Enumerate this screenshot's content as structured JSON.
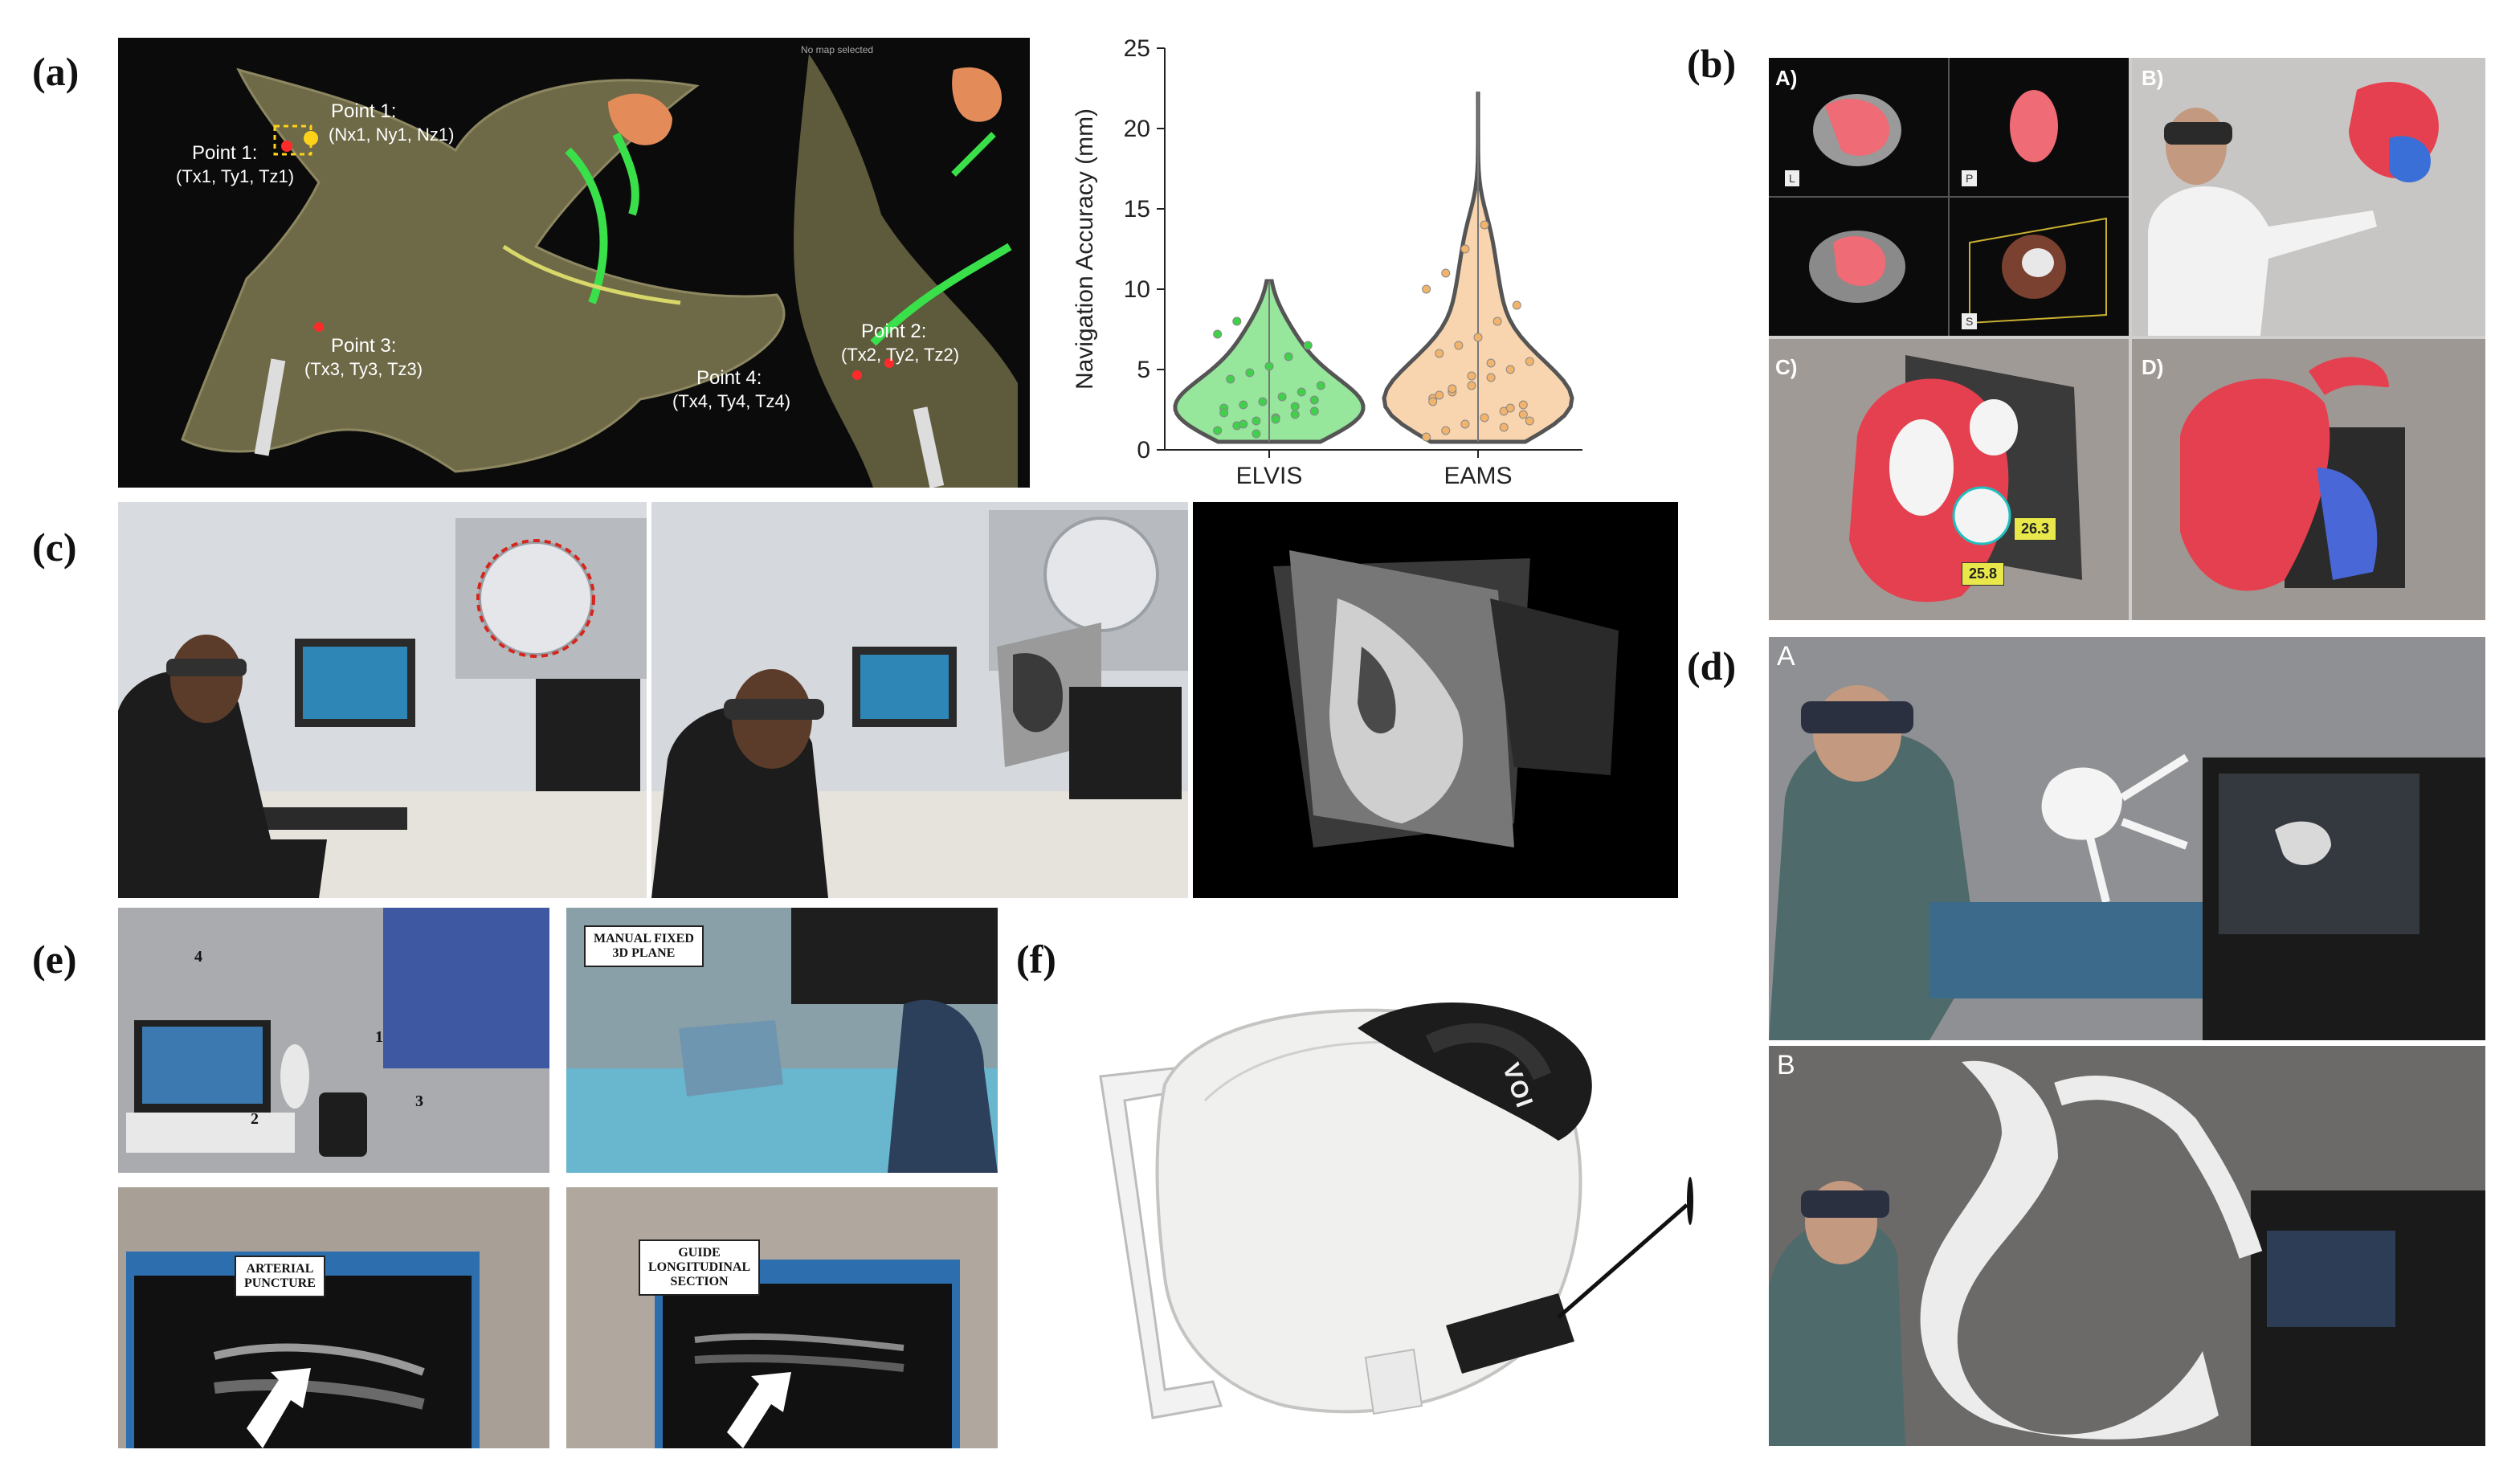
{
  "labels": {
    "a": "(a)",
    "b": "(b)",
    "c": "(c)",
    "d": "(d)",
    "e": "(e)",
    "f": "(f)"
  },
  "panel_a": {
    "point1_left": "Point 1:",
    "point1_left_coords": "(Tx1, Ty1, Tz1)",
    "point1_right": "Point 1:",
    "point1_right_coords": "(Nx1, Ny1, Nz1)",
    "point3": "Point 3:",
    "point3_coords": "(Tx3, Ty3, Tz3)",
    "point2": "Point 2:",
    "point2_coords": "(Tx2, Ty2, Tz2)",
    "point4": "Point 4:",
    "point4_coords": "(Tx4, Ty4, Tz4)",
    "map_select": "No map selected"
  },
  "chart_data": {
    "type": "violin",
    "categories": [
      "ELVIS",
      "EAMS"
    ],
    "ylabel": "Navigation Accuracy (mm)",
    "ylim": [
      0,
      25
    ],
    "yticks": [
      0,
      5,
      10,
      15,
      20,
      25
    ],
    "series": [
      {
        "name": "ELVIS",
        "color": "#3fd14a",
        "min": 0.5,
        "max": 10.5,
        "median": 2.5,
        "points": [
          1.2,
          1.5,
          1.8,
          2.0,
          2.2,
          2.4,
          2.6,
          2.8,
          3.0,
          3.3,
          3.6,
          4.0,
          4.4,
          4.8,
          5.2,
          5.8,
          6.5,
          7.2,
          8.0,
          1.0,
          1.9,
          2.7,
          3.1,
          2.3,
          1.6
        ]
      },
      {
        "name": "EAMS",
        "color": "#f2b36c",
        "min": 0.5,
        "max": 22.3,
        "median": 4.0,
        "points": [
          0.8,
          1.2,
          1.6,
          2.0,
          2.4,
          2.8,
          3.2,
          3.6,
          4.0,
          4.5,
          5.0,
          5.5,
          6.0,
          6.5,
          7.0,
          8.0,
          9.0,
          10.0,
          11.0,
          12.5,
          14.0,
          1.4,
          2.2,
          3.0,
          3.8,
          4.6,
          5.4,
          2.6,
          1.8,
          3.4
        ]
      }
    ]
  },
  "panel_b": {
    "qA": "A)",
    "qB": "B)",
    "qC": "C)",
    "qD": "D)",
    "m1": "26.3",
    "m2": "25.8",
    "view_L": "L",
    "view_P": "P",
    "view_S": "S"
  },
  "panel_d": {
    "sA": "A",
    "sB": "B"
  },
  "panel_e": {
    "manual": "MANUAL FIXED\n3D PLANE",
    "arterial": "ARTERIAL\nPUNCTURE",
    "guide": "GUIDE\nLONGITUDINAL\nSECTION",
    "n1": "1",
    "n2": "2",
    "n3": "3",
    "n4": "4"
  },
  "panel_f": {
    "brand": "VOI"
  }
}
